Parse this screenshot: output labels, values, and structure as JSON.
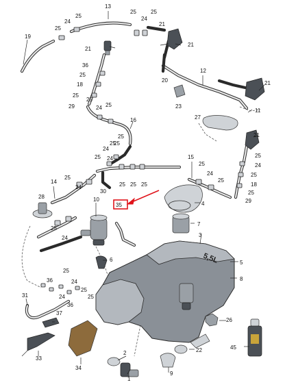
{
  "diagram": {
    "labels": {
      "c1": "13",
      "c2": "25",
      "c3": "24",
      "c4": "25",
      "c5": "19",
      "c6": "25",
      "c7": "25",
      "c8": "24",
      "c9": "21",
      "c10": "21",
      "c11": "21",
      "c12": "36",
      "c13": "25",
      "c14": "18",
      "c15": "25",
      "c16": "29",
      "c17": "25",
      "c18": "24",
      "c19": "25",
      "c20": "20",
      "c21": "12",
      "c22": "23",
      "c23": "11",
      "c24": "21",
      "c25": "27",
      "c26": "16",
      "c27": "25",
      "c28": "24",
      "c29": "25",
      "c30": "25",
      "c31": "24",
      "c32": "25",
      "c33": "30",
      "c34": "25",
      "c35": "25",
      "c36": "25",
      "c37": "21",
      "c38": "25",
      "c39": "24",
      "c40": "25",
      "c41": "18",
      "c42": "25",
      "c43": "29",
      "c44": "15",
      "c45": "25",
      "c46": "24",
      "c47": "25",
      "c48": "14",
      "c49": "25",
      "c50": "24",
      "c51": "28",
      "c52": "10",
      "c53": "35",
      "c54": "4",
      "c55": "7",
      "c56": "25",
      "c57": "24",
      "c58": "3",
      "c59": "6",
      "c60": "5",
      "c61": "8",
      "c62": "9",
      "c63": "25",
      "c64": "36",
      "c65": "24",
      "c66": "25",
      "c67": "25",
      "c68": "31",
      "c69": "24",
      "c70": "36",
      "c71": "37",
      "c72": "26",
      "c73": "45",
      "c74": "22",
      "c75": "2",
      "c76": "1",
      "c77": "33",
      "c78": "34"
    },
    "tank_marking": "5,5L",
    "highlight_label": "35",
    "highlight_color": "#e0141b"
  }
}
